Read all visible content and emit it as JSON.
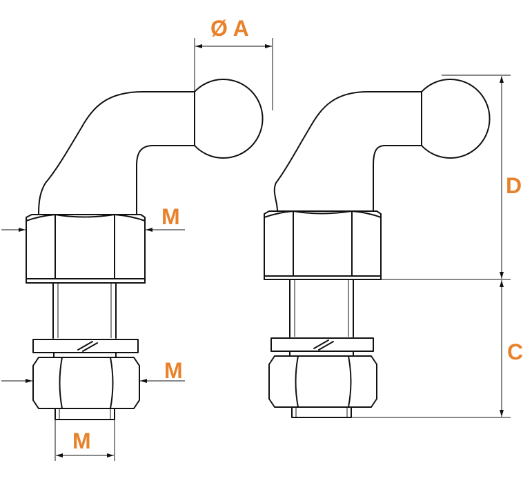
{
  "labels": {
    "diameter_a": "Ø A",
    "m_nut_top": "M",
    "m_nut_bottom": "M",
    "m_thread": "M",
    "d": "D",
    "c": "C"
  },
  "colors": {
    "label": "#e8822a",
    "line": "#111111",
    "background": "#ffffff"
  }
}
